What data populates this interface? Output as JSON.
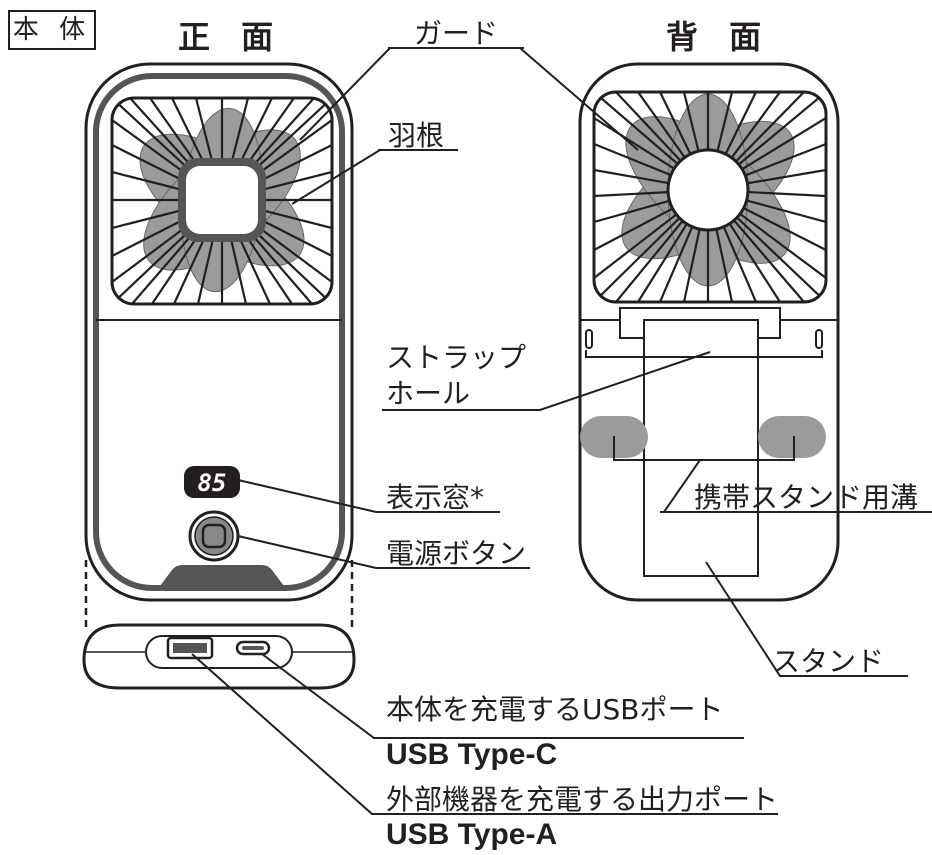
{
  "tag": "本 体",
  "front_heading": "正 面",
  "back_heading": "背 面",
  "display_value": "85",
  "labels": {
    "guard": "ガード",
    "blade": "羽根",
    "strap_hole_line1": "ストラップ",
    "strap_hole_line2": "ホール",
    "stand_groove": "携帯スタンド用溝",
    "display_window": "表示窓*",
    "power_button": "電源ボタン",
    "stand": "スタンド",
    "usb_c_port": "本体を充電するUSBポート",
    "usb_c_type": "USB Type-C",
    "usb_a_port": "外部機器を充電する出力ポート",
    "usb_a_type": "USB Type-A"
  }
}
